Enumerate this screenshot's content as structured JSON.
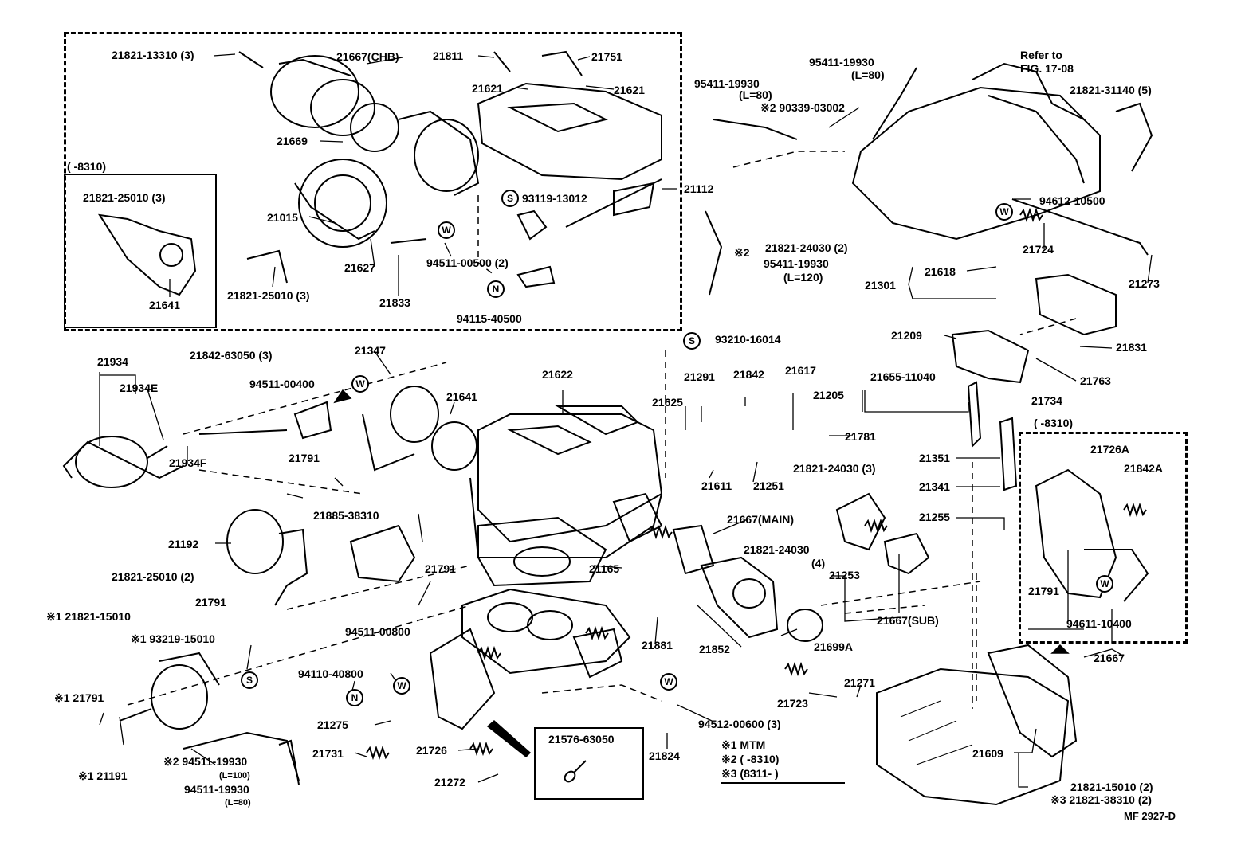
{
  "diagram_code": "MF 2927-D",
  "ref": {
    "line1": "Refer to",
    "line2": "FIG. 17-08"
  },
  "legend": [
    {
      "mark": "※1",
      "text": "MTM"
    },
    {
      "mark": "※2",
      "text": "(       -8310)"
    },
    {
      "mark": "※3",
      "text": "(8311-       )"
    }
  ],
  "boxes": {
    "upper_left_header": "(       -8310)",
    "right_header": "(       -8310)",
    "inset_part": "21576-63050"
  },
  "circle_marks": {
    "s": "S",
    "n": "N",
    "w": "W"
  },
  "parts": [
    {
      "id": "p01",
      "text": "21821-13310 (3)"
    },
    {
      "id": "p02",
      "text": "21667(CHB)"
    },
    {
      "id": "p03",
      "text": "21811"
    },
    {
      "id": "p04",
      "text": "21751"
    },
    {
      "id": "p05",
      "text": "21621"
    },
    {
      "id": "p06",
      "text": "21621"
    },
    {
      "id": "p07",
      "text": "21669"
    },
    {
      "id": "p08",
      "text": "21015"
    },
    {
      "id": "p09",
      "text": "93119-13012"
    },
    {
      "id": "p10",
      "text": "21112"
    },
    {
      "id": "p11",
      "text": "21627"
    },
    {
      "id": "p12",
      "text": "94511-00500 (2)"
    },
    {
      "id": "p13",
      "text": "21821-25010 (3)"
    },
    {
      "id": "p14",
      "text": "21833"
    },
    {
      "id": "p15",
      "text": "94115-40500"
    },
    {
      "id": "p16",
      "text": "21821-25010 (3)"
    },
    {
      "id": "p17",
      "text": "21641"
    },
    {
      "id": "p18",
      "text": "95411-19930"
    },
    {
      "id": "p19",
      "text": "(L=80)"
    },
    {
      "id": "p20",
      "text": "※2 90339-03002"
    },
    {
      "id": "p21",
      "text": "95411-19930"
    },
    {
      "id": "p22",
      "text": "(L=80)"
    },
    {
      "id": "p23",
      "text": "21821-31140 (5)"
    },
    {
      "id": "p24",
      "text": "94612-10500"
    },
    {
      "id": "p25",
      "text": "21821-24030 (2)"
    },
    {
      "id": "p26",
      "text": "21724"
    },
    {
      "id": "p27",
      "text": "※2"
    },
    {
      "id": "p28",
      "text": "95411-19930"
    },
    {
      "id": "p29",
      "text": "(L=120)"
    },
    {
      "id": "p30",
      "text": "21618"
    },
    {
      "id": "p31",
      "text": "21301"
    },
    {
      "id": "p32",
      "text": "21273"
    },
    {
      "id": "p33",
      "text": "93210-16014"
    },
    {
      "id": "p34",
      "text": "21831"
    },
    {
      "id": "p35",
      "text": "21209"
    },
    {
      "id": "p36",
      "text": "21763"
    },
    {
      "id": "p37",
      "text": "21842-63050 (3)"
    },
    {
      "id": "p38",
      "text": "21347"
    },
    {
      "id": "p39",
      "text": "21934"
    },
    {
      "id": "p40",
      "text": "21934E"
    },
    {
      "id": "p41",
      "text": "94511-00400"
    },
    {
      "id": "p42",
      "text": "21622"
    },
    {
      "id": "p43",
      "text": "21641"
    },
    {
      "id": "p44",
      "text": "21291"
    },
    {
      "id": "p45",
      "text": "21842"
    },
    {
      "id": "p46",
      "text": "21617"
    },
    {
      "id": "p47",
      "text": "21655-11040"
    },
    {
      "id": "p48",
      "text": "21205"
    },
    {
      "id": "p49",
      "text": "21734"
    },
    {
      "id": "p50",
      "text": "21625"
    },
    {
      "id": "p51",
      "text": "21781"
    },
    {
      "id": "p52",
      "text": "21934F"
    },
    {
      "id": "p53",
      "text": "21791"
    },
    {
      "id": "p54",
      "text": "21611"
    },
    {
      "id": "p55",
      "text": "21251"
    },
    {
      "id": "p56",
      "text": "21821-24030 (3)"
    },
    {
      "id": "p57",
      "text": "21351"
    },
    {
      "id": "p58",
      "text": "21726A"
    },
    {
      "id": "p59",
      "text": "21842A"
    },
    {
      "id": "p60",
      "text": "21341"
    },
    {
      "id": "p61",
      "text": "21885-38310"
    },
    {
      "id": "p62",
      "text": "21667(MAIN)"
    },
    {
      "id": "p63",
      "text": "21255"
    },
    {
      "id": "p64",
      "text": "21192"
    },
    {
      "id": "p65",
      "text": "21821-24030"
    },
    {
      "id": "p66",
      "text": "(4)"
    },
    {
      "id": "p67",
      "text": "21253"
    },
    {
      "id": "p68",
      "text": "21821-25010 (2)"
    },
    {
      "id": "p69",
      "text": "21791"
    },
    {
      "id": "p70",
      "text": "21165"
    },
    {
      "id": "p71",
      "text": "21791"
    },
    {
      "id": "p72",
      "text": "21791"
    },
    {
      "id": "p73",
      "text": "21667(SUB)"
    },
    {
      "id": "p74",
      "text": "94611-10400"
    },
    {
      "id": "p75",
      "text": "※1 21821-15010"
    },
    {
      "id": "p76",
      "text": "94511-00800"
    },
    {
      "id": "p77",
      "text": "※1 93219-15010"
    },
    {
      "id": "p78",
      "text": "21881"
    },
    {
      "id": "p79",
      "text": "21852"
    },
    {
      "id": "p80",
      "text": "21699A"
    },
    {
      "id": "p81",
      "text": "21667"
    },
    {
      "id": "p82",
      "text": "94110-40800"
    },
    {
      "id": "p83",
      "text": "※1 21791"
    },
    {
      "id": "p84",
      "text": "21271"
    },
    {
      "id": "p85",
      "text": "21723"
    },
    {
      "id": "p86",
      "text": "21275"
    },
    {
      "id": "p87",
      "text": "94512-00600 (3)"
    },
    {
      "id": "p88",
      "text": "21726"
    },
    {
      "id": "p89",
      "text": "21731"
    },
    {
      "id": "p90",
      "text": "21824"
    },
    {
      "id": "p91",
      "text": "21609"
    },
    {
      "id": "p92",
      "text": "※2 94511-19930"
    },
    {
      "id": "p93",
      "text": "(L=100)"
    },
    {
      "id": "p94",
      "text": "※1 21191"
    },
    {
      "id": "p95",
      "text": "21272"
    },
    {
      "id": "p96",
      "text": "94511-19930"
    },
    {
      "id": "p97",
      "text": "(L=80)"
    },
    {
      "id": "p98",
      "text": "21821-15010 (2)"
    },
    {
      "id": "p99",
      "text": "※3 21821-38310 (2)"
    }
  ]
}
